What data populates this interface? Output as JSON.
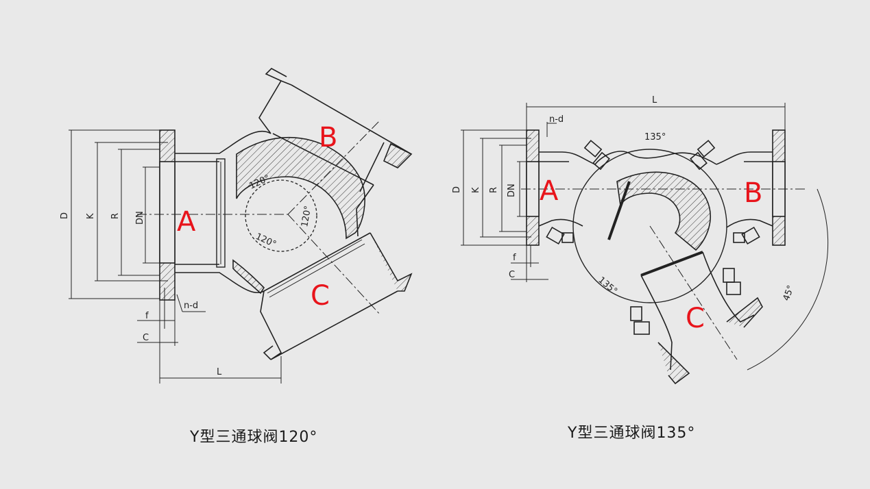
{
  "valve_120": {
    "caption": "Y型三通球阀120°",
    "ports": {
      "a": "A",
      "b": "B",
      "c": "C"
    },
    "dims": {
      "d": "D",
      "k": "K",
      "r": "R",
      "dn": "DN",
      "nd": "n-d",
      "f": "f",
      "c": "C",
      "l": "L"
    },
    "angles": {
      "top": "120°",
      "right": "120°",
      "bottom": "120°"
    }
  },
  "valve_135": {
    "caption": "Y型三通球阀135°",
    "ports": {
      "a": "A",
      "b": "B",
      "c": "C"
    },
    "dims": {
      "d": "D",
      "k": "K",
      "r": "R",
      "dn": "DN",
      "nd": "n-d",
      "f": "f",
      "c": "C",
      "l": "L"
    },
    "angles": {
      "top": "135°",
      "bottom": "135°",
      "side": "45°"
    }
  },
  "colors": {
    "port_label": "#e8141b",
    "line": "#222222",
    "background": "#e9e9e9"
  }
}
